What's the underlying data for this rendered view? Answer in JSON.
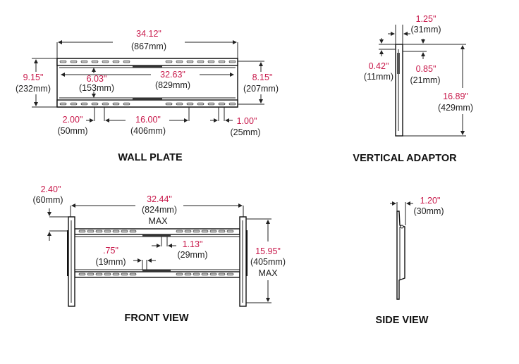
{
  "colors": {
    "dimension_red": "#c8184a",
    "line": "#222222"
  },
  "wall_plate": {
    "title": "WALL PLATE",
    "width": {
      "in": "34.12\"",
      "mm": "(867mm)"
    },
    "height": {
      "in": "9.15\"",
      "mm": "(232mm)"
    },
    "inner_height": {
      "in": "8.15\"",
      "mm": "(207mm)"
    },
    "rail_gap": {
      "in": "6.03\"",
      "mm": "(153mm)"
    },
    "inner_width": {
      "in": "32.63\"",
      "mm": "(829mm)"
    },
    "slot_width": {
      "in": "2.00\"",
      "mm": "(50mm)"
    },
    "slot_spacing": {
      "in": "16.00\"",
      "mm": "(406mm)"
    },
    "slot_small": {
      "in": "1.00\"",
      "mm": "(25mm)"
    }
  },
  "vertical_adaptor": {
    "title": "VERTICAL ADAPTOR",
    "width": {
      "in": "1.25\"",
      "mm": "(31mm)"
    },
    "offset_a": {
      "in": "0.42\"",
      "mm": "(11mm)"
    },
    "offset_b": {
      "in": "0.85\"",
      "mm": "(21mm)"
    },
    "length": {
      "in": "16.89\"",
      "mm": "(429mm)"
    }
  },
  "front_view": {
    "title": "FRONT VIEW",
    "top_offset": {
      "in": "2.40\"",
      "mm": "(60mm)"
    },
    "width": {
      "in": "32.44\"",
      "mm": "(824mm)",
      "note": "MAX"
    },
    "shift_a": {
      "in": "1.13\"",
      "mm": "(29mm)"
    },
    "shift_b": {
      "in": ".75\"",
      "mm": "(19mm)"
    },
    "height": {
      "in": "15.95\"",
      "mm": "(405mm)",
      "note": "MAX"
    }
  },
  "side_view": {
    "title": "SIDE VIEW",
    "depth": {
      "in": "1.20\"",
      "mm": "(30mm)"
    }
  }
}
